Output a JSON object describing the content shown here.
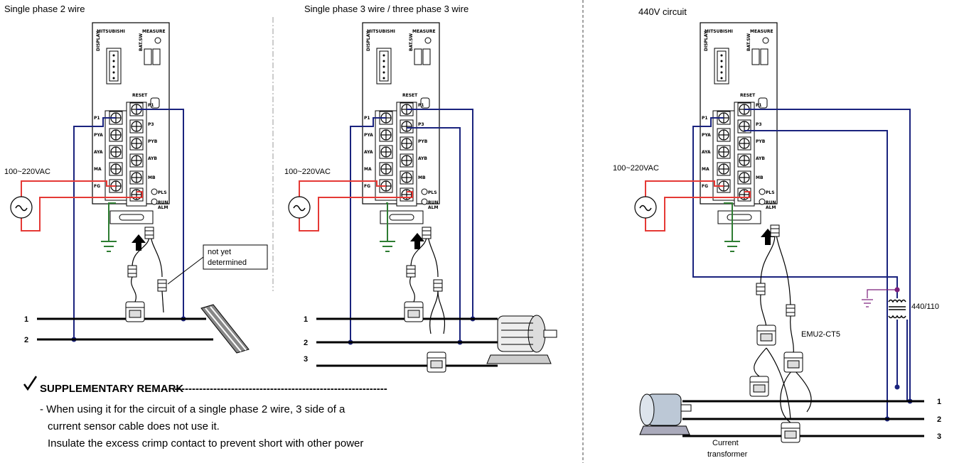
{
  "diagrams": [
    {
      "title": "Single phase 2 wire",
      "voltage": "100~220VAC",
      "lines": [
        "1",
        "2"
      ],
      "note": "not yet determined"
    },
    {
      "title": "Single phase 3 wire / three phase 3 wire",
      "voltage": "100~220VAC",
      "lines": [
        "1",
        "2",
        "3"
      ]
    },
    {
      "title": "440V circuit",
      "voltage": "100~220VAC",
      "lines": [
        "1",
        "2",
        "3"
      ],
      "transformer": "440/110",
      "sensor": "EMU2-CT5",
      "ct_label_1": "Current",
      "ct_label_2": "transformer"
    }
  ],
  "device": {
    "brand": "MITSUBISHI",
    "display": "DISPLAY",
    "measure": "MEASURE",
    "bat_sw": "BAT.SW",
    "reset": "RESET",
    "left_terminals": [
      "P1",
      "PYA",
      "AYA",
      "MA",
      "FG"
    ],
    "right_terminals": [
      "P1",
      "P3",
      "PYB",
      "AYB",
      "MB"
    ],
    "pls": "PLS",
    "run": "RUN",
    "alm": "ALM"
  },
  "remark": {
    "heading": "SUPPLEMENTARY REMARK",
    "dashes": "------------------------------------------------------------",
    "line1": "- When using it for the circuit of a single phase 2 wire, 3 side of a",
    "line2": "current sensor cable does not use it.",
    "line3": "Insulate the excess crimp contact to prevent short with other power"
  },
  "colors": {
    "neutral_line": "#1a237e",
    "supply_line": "#e53935",
    "ground_line": "#2e7d32",
    "transformer_mark": "#7b1f7b"
  },
  "icons": {
    "ac_source": "sine-wave-icon",
    "ground": "ground-symbol-icon",
    "up_arrow": "up-arrow-icon",
    "check": "check-mark-icon"
  }
}
